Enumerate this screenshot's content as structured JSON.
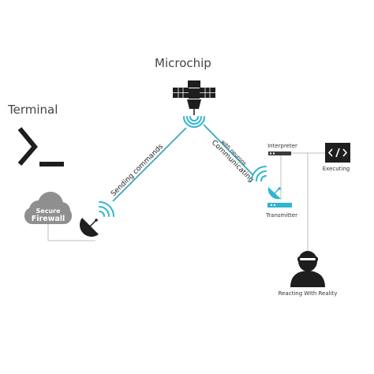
{
  "nodes": {
    "terminal": {
      "label": "Terminal"
    },
    "microchip": {
      "label": "Microchip"
    },
    "firewall": {
      "line1": "Secure",
      "line2": "Firewall"
    },
    "interpreter": {
      "label": "Interpreter"
    },
    "executing": {
      "label": "Executing"
    },
    "transmitter": {
      "label": "Transmitter"
    },
    "reacting": {
      "label": "Reacting With Reality"
    }
  },
  "links": {
    "sending": "Sending commands",
    "communicating_line1": "with neurons",
    "communicating_line2": "Communicating"
  },
  "colors": {
    "accent": "#2fb6cf",
    "link": "#3aa7bd",
    "icon": "#1e1e1e",
    "cloud": "#8f8f8f"
  }
}
